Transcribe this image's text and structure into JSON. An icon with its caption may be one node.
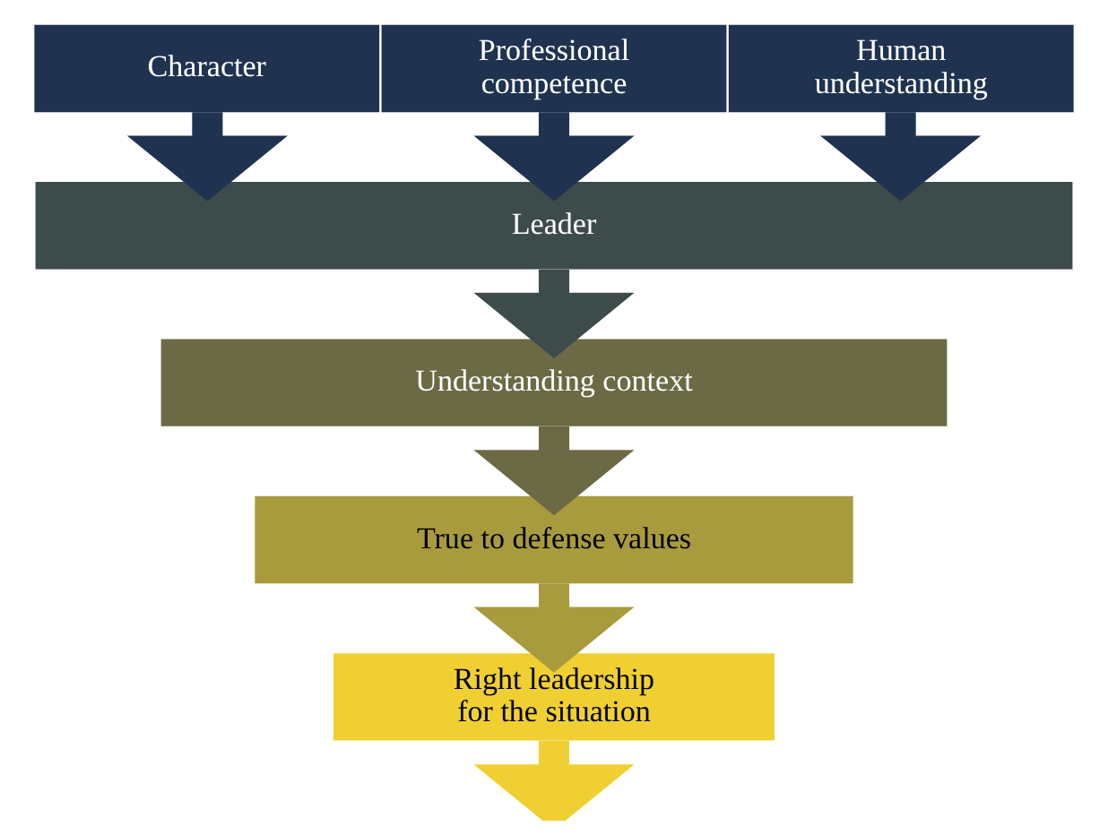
{
  "diagram": {
    "nodes": [
      {
        "text": [
          "Character"
        ]
      },
      {
        "text": [
          "Professional competence"
        ]
      },
      {
        "text": [
          "Human understanding"
        ]
      },
      {
        "text": [
          "Leader"
        ]
      },
      {
        "text": [
          "Understanding context"
        ]
      },
      {
        "text": [
          "True to defense values"
        ]
      },
      {
        "text": [
          "Right leadership for the situation"
        ]
      }
    ],
    "edges": [
      {
        "from": 0,
        "to": 3,
        "arrow": "to"
      },
      {
        "from": 1,
        "to": 3,
        "arrow": "to"
      },
      {
        "from": 2,
        "to": 3,
        "arrow": "to"
      },
      {
        "from": 3,
        "to": 4,
        "arrow": "to",
        "color": "#3d4b4a"
      },
      {
        "from": 4,
        "to": 5,
        "arrow": "to",
        "color": "#6b6a45"
      },
      {
        "from": 5,
        "to": 6,
        "arrow": "to",
        "color": "#a89b3e"
      },
      {
        "from": 6,
        "to": null,
        "arrow": "to",
        "color": "#f0cf32"
      }
    ]
  }
}
